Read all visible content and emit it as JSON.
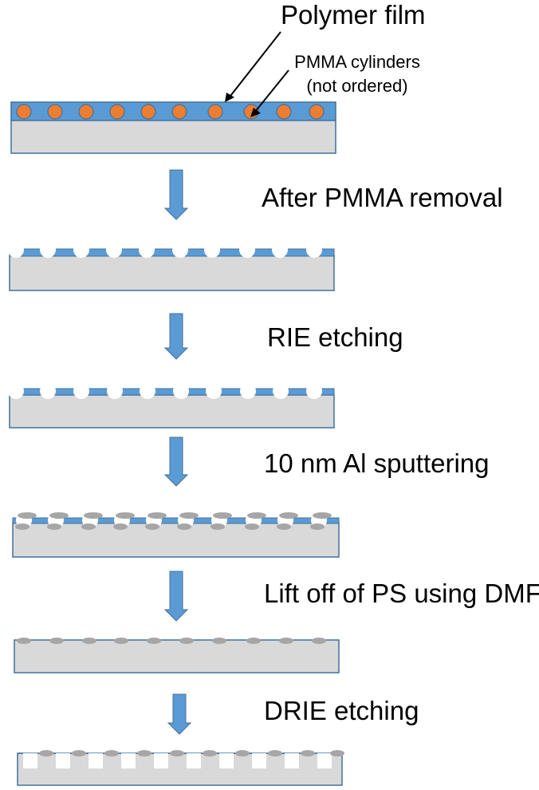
{
  "labels": {
    "polymer_film": "Polymer film",
    "pmma_line1": "PMMA cylinders",
    "pmma_line2": "(not ordered)"
  },
  "steps": [
    "After PMMA removal",
    "RIE etching",
    "10 nm Al sputtering",
    "Lift off of PS using DMF",
    "DRIE etching"
  ],
  "colors": {
    "substrate": "#d9d9d9",
    "outline": "#41719c",
    "polymer": "#5b9bd5",
    "pmma": "#ed7d31",
    "aluminum": "#a6a6a6",
    "arrow": "#5b9bd5"
  }
}
